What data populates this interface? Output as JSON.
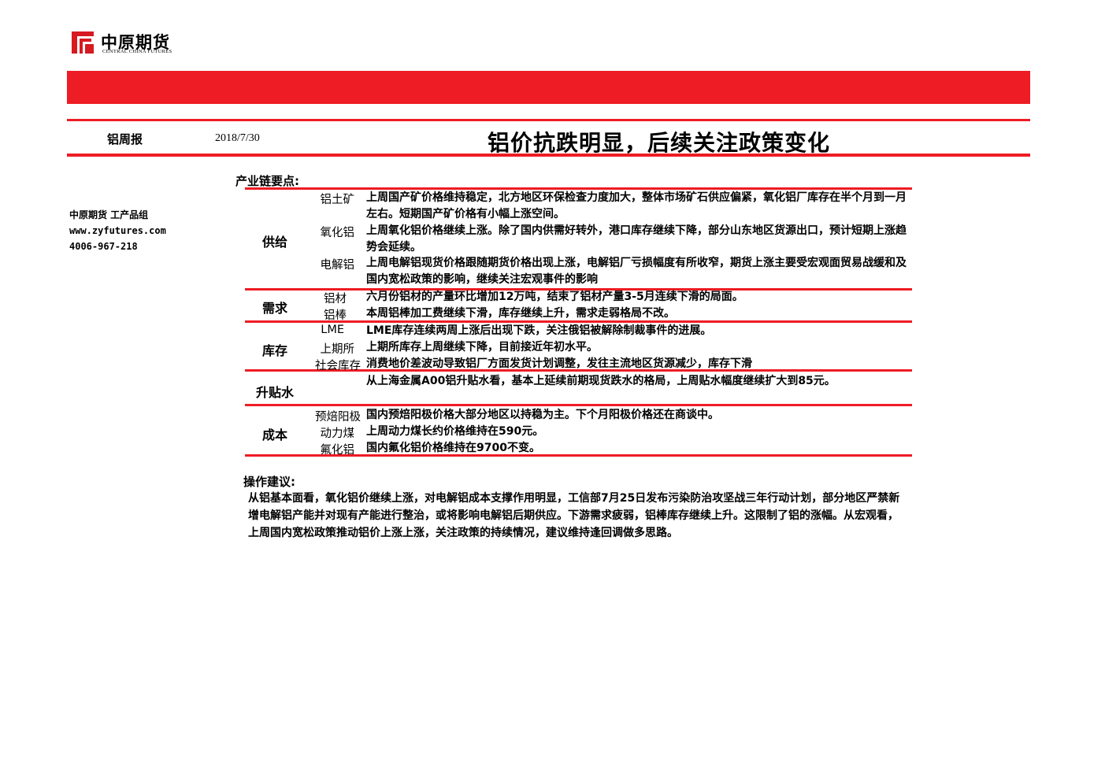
{
  "logo": {
    "cn": "中原期货",
    "en": "CENTRAL CHINA FUTURES"
  },
  "header": {
    "report_type": "铝周报",
    "date": "2018/7/30",
    "headline": "铝价抗跌明显，后续关注政策变化"
  },
  "sidebar": {
    "org": "中原期货 工产品组",
    "website": "www.zyfutures.com",
    "phone": "4006-967-218"
  },
  "chain": {
    "title": "产业链要点:",
    "groups": [
      {
        "name": "供给",
        "items": [
          {
            "label": "铝土矿",
            "text": "上周国产矿价格维持稳定，北方地区环保检查力度加大，整体市场矿石供应偏紧，氧化铝厂库存在半个月到一月左右。短期国产矿价格有小幅上涨空间。"
          },
          {
            "label": "氧化铝",
            "text": "上周氧化铝价格继续上涨。除了国内供需好转外，港口库存继续下降，部分山东地区货源出口，预计短期上涨趋势会延续。"
          },
          {
            "label": "电解铝",
            "text": "上周电解铝现货价格跟随期货价格出现上涨，电解铝厂亏损幅度有所收窄，期货上涨主要受宏观面贸易战缓和及国内宽松政策的影响，继续关注宏观事件的影响"
          }
        ]
      },
      {
        "name": "需求",
        "items": [
          {
            "label": "铝材",
            "text": "六月份铝材的产量环比增加12万吨，结束了铝材产量3-5月连续下滑的局面。"
          },
          {
            "label": "铝棒",
            "text": "本周铝棒加工费继续下滑，库存继续上升，需求走弱格局不改。"
          }
        ]
      },
      {
        "name": "库存",
        "items": [
          {
            "label": "LME",
            "text": "LME库存连续两周上涨后出现下跌，关注俄铝被解除制裁事件的进展。"
          },
          {
            "label": "上期所",
            "text": "上期所库存上周继续下降，目前接近年初水平。"
          },
          {
            "label": "社会库存",
            "text": "消费地价差波动导致铝厂方面发货计划调整，发往主流地区货源减少，库存下滑"
          }
        ]
      },
      {
        "name": "升贴水",
        "items": [
          {
            "label": "",
            "text": "从上海金属A00铝升贴水看，基本上延续前期现货跌水的格局，上周贴水幅度继续扩大到85元。"
          }
        ]
      },
      {
        "name": "成本",
        "items": [
          {
            "label": "预焙阳极",
            "text": "国内预焙阳极价格大部分地区以持稳为主。下个月阳极价格还在商谈中。"
          },
          {
            "label": "动力煤",
            "text": "上周动力煤长约价格维持在590元。"
          },
          {
            "label": "氟化铝",
            "text": "国内氟化铝价格维持在9700不变。"
          }
        ]
      }
    ]
  },
  "advice": {
    "title": "操作建议:",
    "text": "从铝基本面看，氧化铝价继续上涨，对电解铝成本支撑作用明显，工信部7月25日发布污染防治攻坚战三年行动计划，部分地区严禁新增电解铝产能并对现有产能进行整治，或将影响电解铝后期供应。下游需求疲弱，铝棒库存继续上升。这限制了铝的涨幅。从宏观看，上周国内宽松政策推动铝价上涨上涨，关注政策的持续情况，建议维持逢回调做多思路。"
  },
  "colors": {
    "accent": "#ee1c24"
  }
}
